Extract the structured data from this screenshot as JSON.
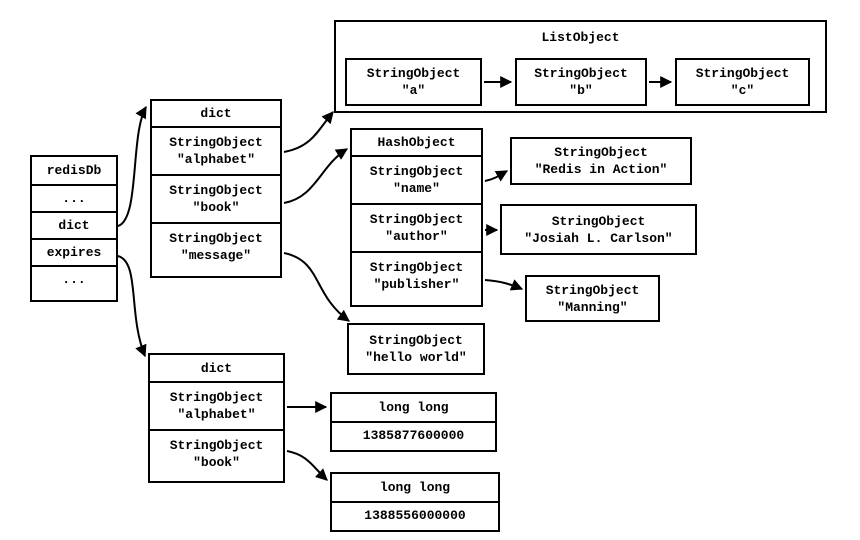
{
  "colors": {
    "background": "#ffffff",
    "line": "#000000",
    "text": "#000000"
  },
  "redisdb_struct": {
    "cells": [
      "redisDb",
      "...",
      "dict",
      "expires",
      "..."
    ]
  },
  "keyspace_dict": {
    "header": "dict",
    "entries": [
      {
        "type": "StringObject",
        "value": "\"alphabet\""
      },
      {
        "type": "StringObject",
        "value": "\"book\""
      },
      {
        "type": "StringObject",
        "value": "\"message\""
      }
    ]
  },
  "list_object": {
    "header": "ListObject",
    "items": [
      {
        "type": "StringObject",
        "value": "\"a\""
      },
      {
        "type": "StringObject",
        "value": "\"b\""
      },
      {
        "type": "StringObject",
        "value": "\"c\""
      }
    ]
  },
  "hash_object": {
    "header": "HashObject",
    "entries": [
      {
        "type": "StringObject",
        "value": "\"name\""
      },
      {
        "type": "StringObject",
        "value": "\"author\""
      },
      {
        "type": "StringObject",
        "value": "\"publisher\""
      }
    ]
  },
  "hash_values": {
    "name": {
      "type": "StringObject",
      "value": "\"Redis in Action\""
    },
    "author": {
      "type": "StringObject",
      "value": "\"Josiah L. Carlson\""
    },
    "publisher": {
      "type": "StringObject",
      "value": "\"Manning\""
    }
  },
  "message_value": {
    "type": "StringObject",
    "value": "\"hello world\""
  },
  "expires_dict": {
    "header": "dict",
    "entries": [
      {
        "type": "StringObject",
        "value": "\"alphabet\""
      },
      {
        "type": "StringObject",
        "value": "\"book\""
      }
    ]
  },
  "expire_values": {
    "alphabet": {
      "header": "long long",
      "value": "1385877600000"
    },
    "book": {
      "header": "long long",
      "value": "1388556000000"
    }
  }
}
